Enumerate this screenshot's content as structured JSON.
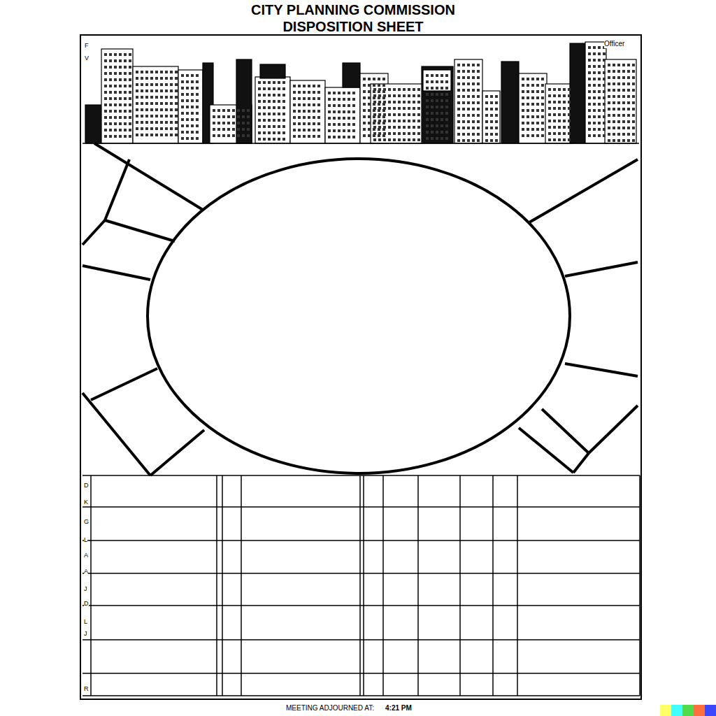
{
  "diagram": {
    "title": "CITY PLANNING COMMISSION DISPOSITION SHEET",
    "labels": [
      "Officer",
      "F",
      "V",
      "D",
      "K",
      "G",
      "L",
      "A",
      "A",
      "J",
      "D",
      "L",
      "J",
      "R",
      "MEETING ADJOURNED AT:",
      "4:21 PM"
    ]
  }
}
